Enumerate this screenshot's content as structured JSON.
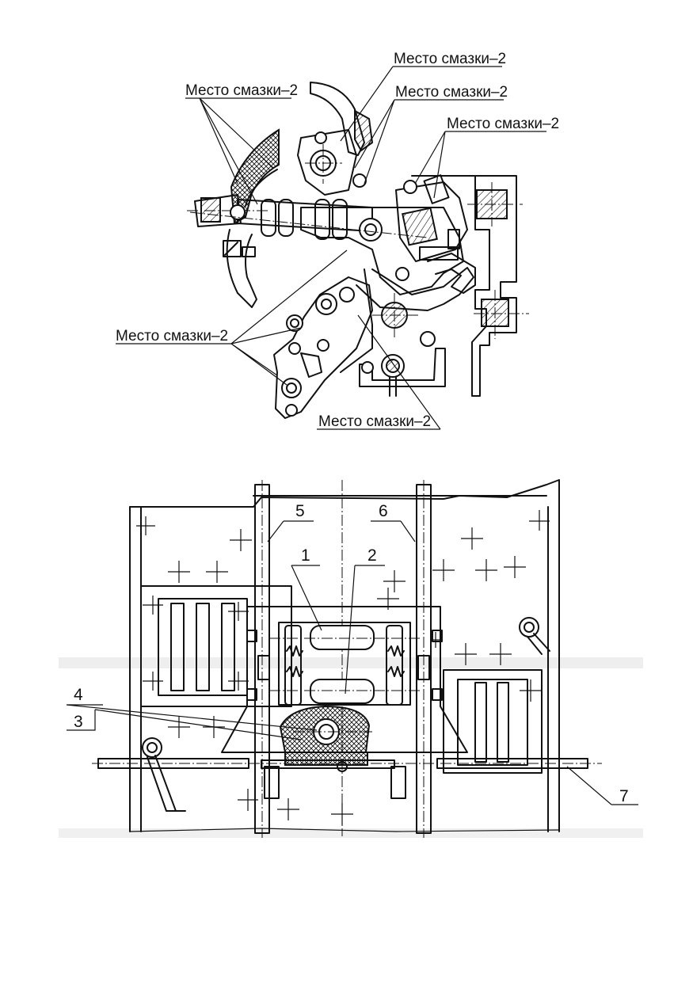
{
  "top_figure": {
    "callouts": [
      "Место смазки–2",
      "Место смазки–2",
      "Место смазки–2",
      "Место смазки–2",
      "Место смазки–2",
      "Место смазки–2"
    ]
  },
  "bottom_figure": {
    "positions": [
      "5",
      "6",
      "1",
      "2",
      "4",
      "3",
      "7"
    ]
  }
}
